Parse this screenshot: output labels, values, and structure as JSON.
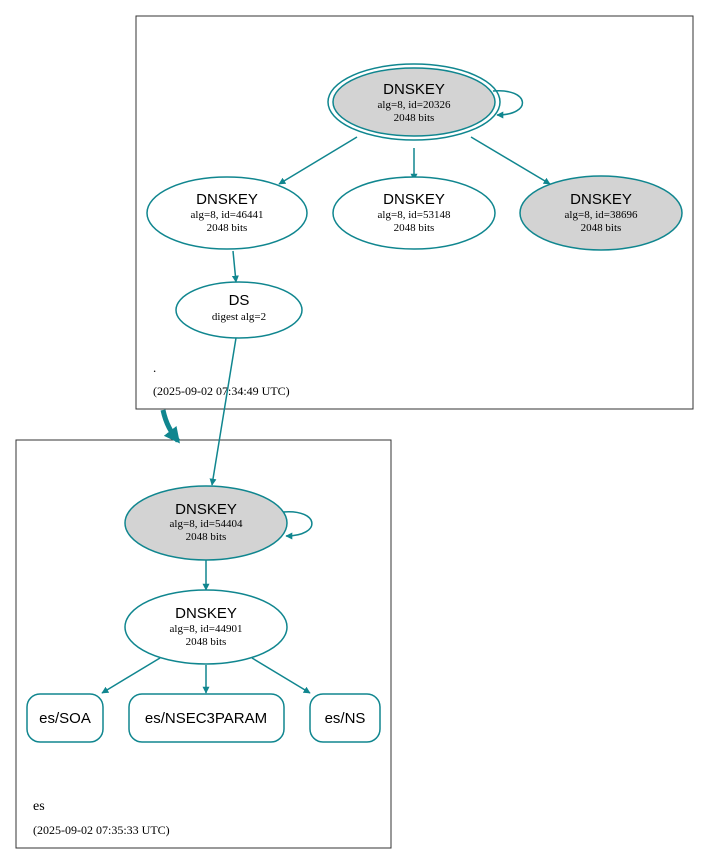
{
  "colors": {
    "edge": "#10868f",
    "zone_border": "#333333",
    "ksk_fill": "#d3d3d3",
    "zsk_fill": "#ffffff"
  },
  "zones": {
    "root": {
      "name": ".",
      "timestamp": "(2025-09-02 07:34:49 UTC)"
    },
    "es": {
      "name": "es",
      "timestamp": "(2025-09-02 07:35:33 UTC)"
    }
  },
  "nodes": {
    "root_ksk_20326": {
      "title": "DNSKEY",
      "line1": "alg=8, id=20326",
      "line2": "2048 bits"
    },
    "root_zsk_46441": {
      "title": "DNSKEY",
      "line1": "alg=8, id=46441",
      "line2": "2048 bits"
    },
    "root_zsk_53148": {
      "title": "DNSKEY",
      "line1": "alg=8, id=53148",
      "line2": "2048 bits"
    },
    "root_ksk_38696": {
      "title": "DNSKEY",
      "line1": "alg=8, id=38696",
      "line2": "2048 bits"
    },
    "root_ds": {
      "title": "DS",
      "line1": "digest alg=2"
    },
    "es_ksk_54404": {
      "title": "DNSKEY",
      "line1": "alg=8, id=54404",
      "line2": "2048 bits"
    },
    "es_zsk_44901": {
      "title": "DNSKEY",
      "line1": "alg=8, id=44901",
      "line2": "2048 bits"
    },
    "es_soa": {
      "label": "es/SOA"
    },
    "es_nsec3param": {
      "label": "es/NSEC3PARAM"
    },
    "es_ns": {
      "label": "es/NS"
    }
  }
}
